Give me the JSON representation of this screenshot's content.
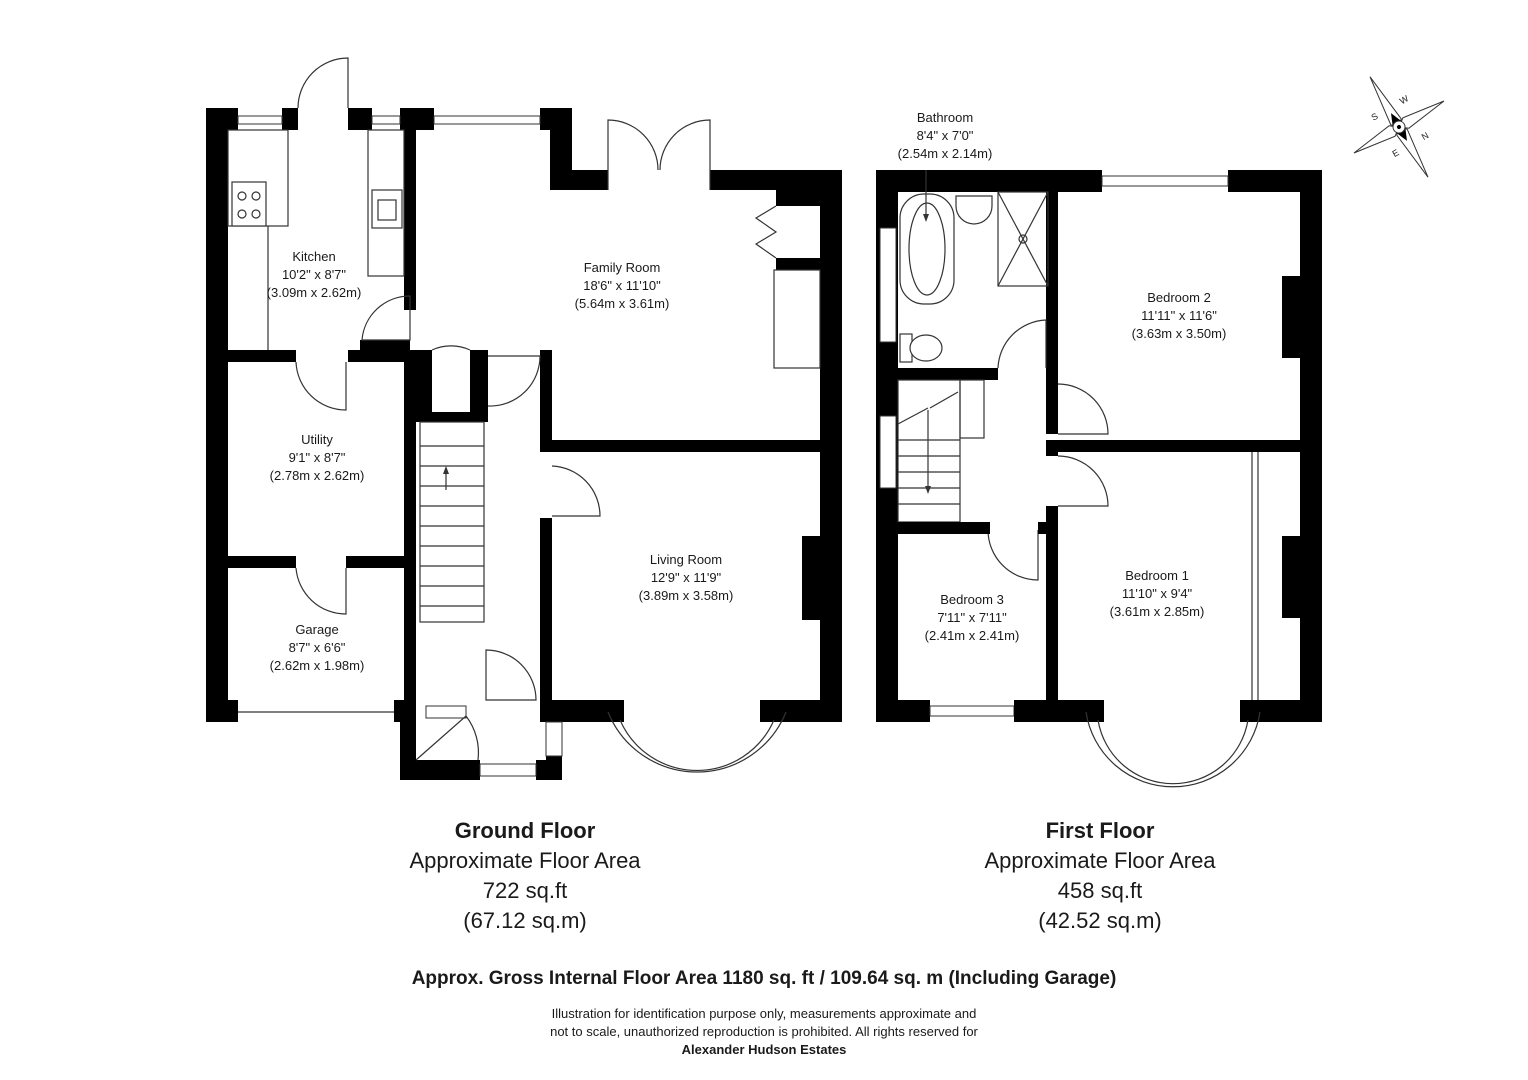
{
  "rooms": {
    "kitchen": {
      "name": "Kitchen",
      "imperial": "10'2\" x 8'7\"",
      "metric": "(3.09m x 2.62m)"
    },
    "family_room": {
      "name": "Family Room",
      "imperial": "18'6\" x 11'10\"",
      "metric": "(5.64m x 3.61m)"
    },
    "utility": {
      "name": "Utility",
      "imperial": "9'1\" x 8'7\"",
      "metric": "(2.78m x 2.62m)"
    },
    "garage": {
      "name": "Garage",
      "imperial": "8'7\" x 6'6\"",
      "metric": "(2.62m x 1.98m)"
    },
    "living_room": {
      "name": "Living Room",
      "imperial": "12'9\" x 11'9\"",
      "metric": "(3.89m x 3.58m)"
    },
    "bathroom": {
      "name": "Bathroom",
      "imperial": "8'4\" x 7'0\"",
      "metric": "(2.54m x 2.14m)"
    },
    "bedroom2": {
      "name": "Bedroom 2",
      "imperial": "11'11\" x 11'6\"",
      "metric": "(3.63m x 3.50m)"
    },
    "bedroom3": {
      "name": "Bedroom 3",
      "imperial": "7'11\" x 7'11\"",
      "metric": "(2.41m x 2.41m)"
    },
    "bedroom1": {
      "name": "Bedroom 1",
      "imperial": "11'10\" x 9'4\"",
      "metric": "(3.61m x 2.85m)"
    }
  },
  "floors": {
    "ground": {
      "title": "Ground Floor",
      "caption": "Approximate Floor Area",
      "sqft": "722 sq.ft",
      "sqm": "(67.12 sq.m)"
    },
    "first": {
      "title": "First Floor",
      "caption": "Approximate Floor Area",
      "sqft": "458 sq.ft",
      "sqm": "(42.52 sq.m)"
    }
  },
  "compass": {
    "letters": [
      "S",
      "W",
      "E",
      "N"
    ]
  },
  "gross_area": "Approx. Gross Internal Floor Area 1180 sq. ft / 109.64 sq. m (Including Garage)",
  "disclaimer": {
    "line1": "Illustration for identification purpose only, measurements approximate and",
    "line2": "not to scale, unauthorized reproduction is prohibited. All rights reserved for",
    "company": "Alexander Hudson Estates"
  }
}
